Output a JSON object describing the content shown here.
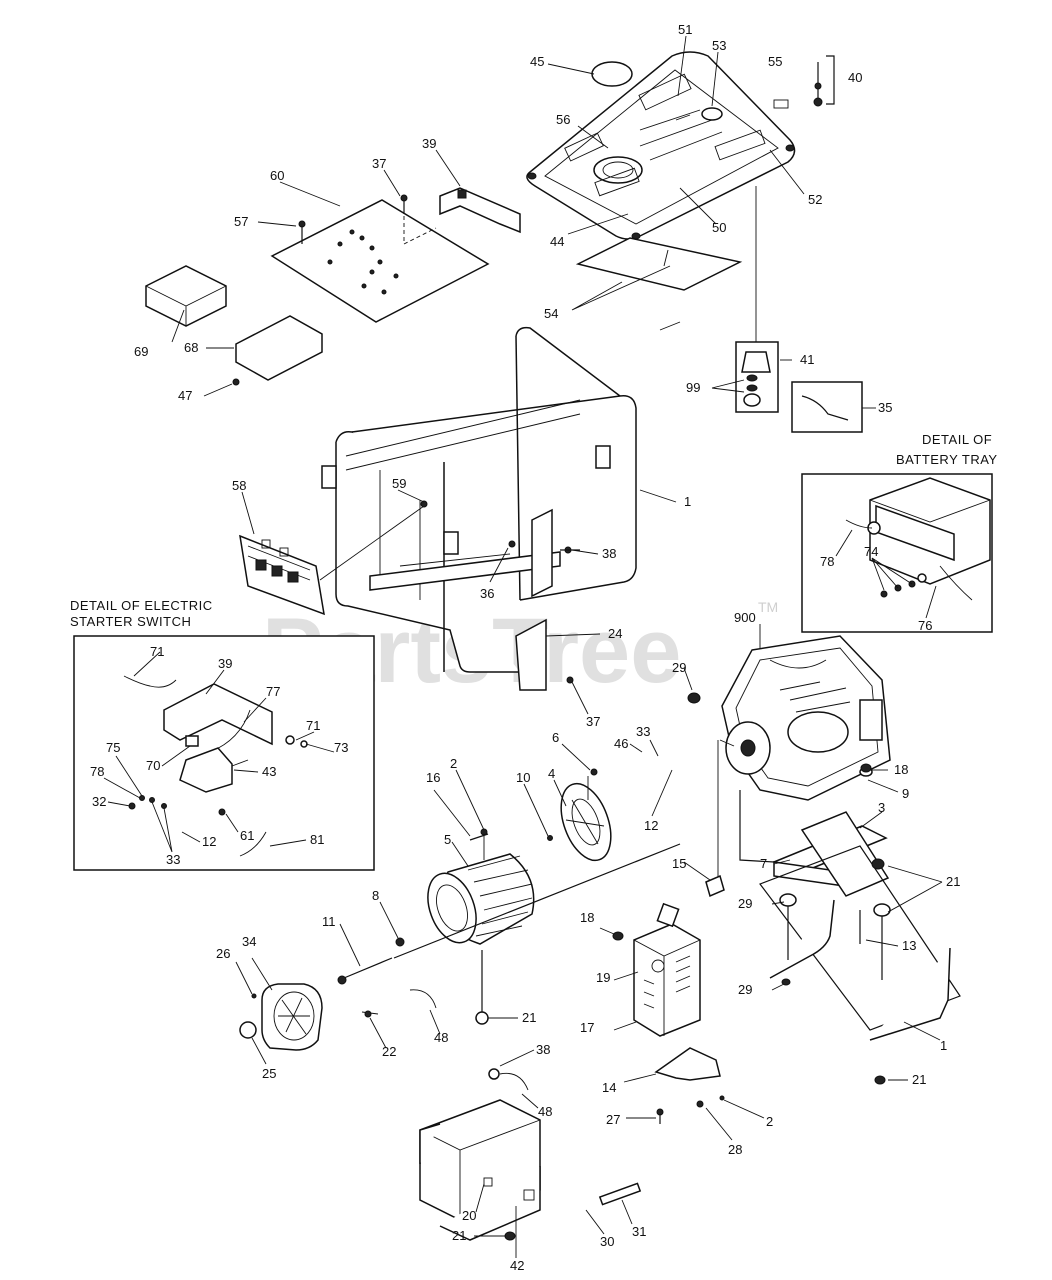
{
  "watermark": {
    "text": "PartsTree",
    "tm": "TM"
  },
  "details": {
    "battery_tray": [
      "DETAIL OF",
      "BATTERY TRAY"
    ],
    "starter_switch": [
      "DETAIL OF ELECTRIC",
      "STARTER SWITCH"
    ]
  },
  "labels": [
    "51",
    "53",
    "45",
    "55",
    "40",
    "56",
    "52",
    "50",
    "44",
    "39",
    "37",
    "60",
    "57",
    "54",
    "69",
    "68",
    "47",
    "41",
    "99",
    "35",
    "1",
    "58",
    "59",
    "36",
    "38",
    "24",
    "37",
    "900",
    "29",
    "18",
    "9",
    "3",
    "7",
    "21",
    "29",
    "13",
    "29",
    "1",
    "21",
    "46",
    "33",
    "12",
    "6",
    "4",
    "10",
    "2",
    "16",
    "5",
    "8",
    "11",
    "15",
    "18",
    "19",
    "17",
    "14",
    "27",
    "28",
    "2",
    "34",
    "26",
    "25",
    "22",
    "48",
    "21",
    "38",
    "48",
    "20",
    "21",
    "42",
    "30",
    "31",
    "78",
    "74",
    "76",
    "71",
    "39",
    "77",
    "71",
    "73",
    "75",
    "70",
    "78",
    "43",
    "32",
    "61",
    "12",
    "33",
    "81"
  ]
}
